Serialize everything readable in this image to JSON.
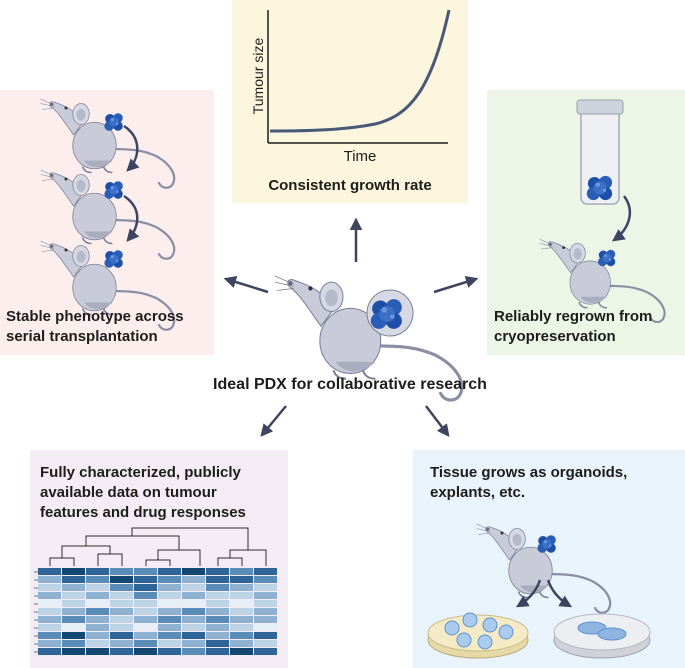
{
  "center": {
    "label": "Ideal PDX for collaborative research"
  },
  "growth": {
    "caption": "Consistent growth rate",
    "ylabel": "Tumour size",
    "xlabel": "Time"
  },
  "serial": {
    "line1": "Stable phenotype across",
    "line2": "serial transplantation"
  },
  "cryo": {
    "line1": "Reliably regrown from",
    "line2": "cryopreservation"
  },
  "data_panel": {
    "line1": "Fully characterized, publicly",
    "line2": "available data on tumour",
    "line3": "features and drug responses"
  },
  "organoid": {
    "line1": "Tissue grows as organoids,",
    "line2": "explants, etc."
  },
  "colors": {
    "mouse_body": "#c9ccd8",
    "mouse_shade": "#a9adbd",
    "mouse_outline": "#5c6074",
    "tumour": "#2a5db5",
    "arrow": "#3d4560",
    "growth_bg": "#fcf6df",
    "serial_bg": "#fdeeee",
    "cryo_bg": "#ecf5e6",
    "data_bg": "#f4ecf5",
    "organoid_bg": "#e9f3fb"
  },
  "heatmap": {
    "palette": [
      "#e6eef6",
      "#bfd3e6",
      "#8fb1d1",
      "#5b8cb8",
      "#2f6596",
      "#144873"
    ],
    "rows": [
      [
        4,
        5,
        4,
        3,
        3,
        4,
        5,
        4,
        3,
        4
      ],
      [
        2,
        4,
        3,
        5,
        4,
        3,
        2,
        4,
        4,
        3
      ],
      [
        1,
        2,
        1,
        3,
        4,
        2,
        1,
        3,
        2,
        1
      ],
      [
        2,
        1,
        2,
        1,
        3,
        1,
        2,
        1,
        1,
        2
      ],
      [
        0,
        1,
        0,
        1,
        1,
        0,
        0,
        1,
        0,
        1
      ],
      [
        1,
        2,
        3,
        2,
        1,
        2,
        3,
        2,
        1,
        2
      ],
      [
        2,
        3,
        2,
        1,
        2,
        3,
        2,
        3,
        2,
        2
      ],
      [
        1,
        0,
        2,
        1,
        0,
        2,
        1,
        2,
        1,
        0
      ],
      [
        3,
        5,
        2,
        4,
        2,
        3,
        4,
        2,
        3,
        4
      ],
      [
        2,
        3,
        1,
        2,
        3,
        1,
        2,
        4,
        2,
        1
      ],
      [
        4,
        5,
        5,
        4,
        5,
        4,
        3,
        4,
        5,
        4
      ]
    ]
  }
}
